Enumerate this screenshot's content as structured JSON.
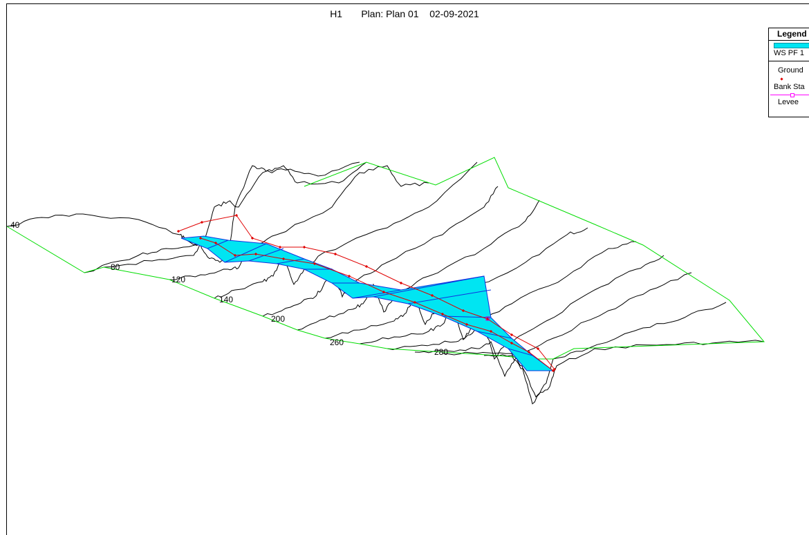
{
  "header": {
    "run": "H1",
    "plan": "Plan: Plan 01",
    "date": "02-09-2021"
  },
  "legend": {
    "title": "Legend",
    "items": [
      {
        "label": "WS PF 1",
        "color": "#00E5F2",
        "icon": "fill-swatch"
      },
      {
        "label": "Ground",
        "color": "#000000",
        "icon": "line"
      },
      {
        "label": "Bank Sta",
        "color": "#FF0000",
        "icon": "diamond-marker"
      },
      {
        "label": "Levee",
        "color": "#FF00FF",
        "icon": "square-marker-line"
      }
    ]
  },
  "station_labels": [
    "40",
    "80",
    "120",
    "140",
    "200",
    "260",
    "280"
  ],
  "colors": {
    "water": "#00E5F2",
    "ground": "#000000",
    "bank": "#E00000",
    "boundary": "#00DD00",
    "ws_edge": "#1030E0",
    "levee": "#CC00CC"
  }
}
